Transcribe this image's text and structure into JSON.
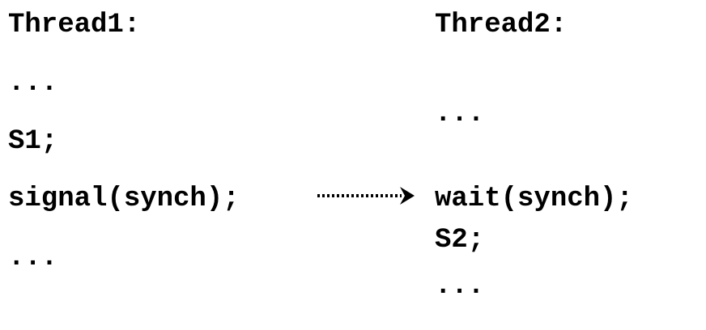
{
  "thread1": {
    "title": "Thread1:",
    "lines": [
      "...",
      "S1;",
      "signal(synch);",
      "..."
    ]
  },
  "thread2": {
    "title": "Thread2:",
    "lines": [
      "...",
      "wait(synch);",
      "S2;",
      "..."
    ]
  },
  "colors": {
    "text": "#000000",
    "background": "#ffffff"
  }
}
